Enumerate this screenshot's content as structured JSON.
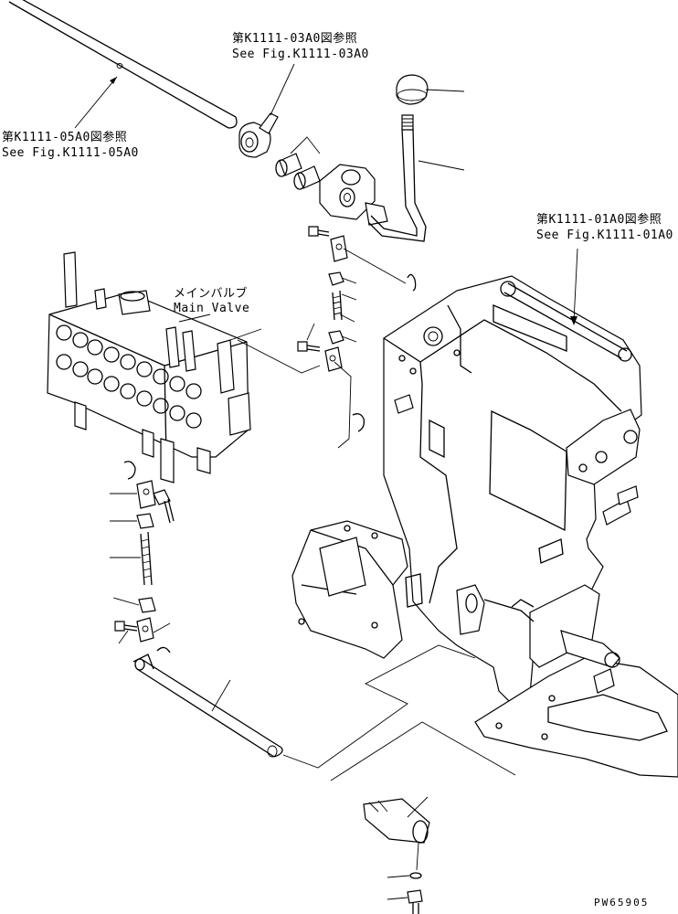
{
  "labels": {
    "ref_03a0_jp": "第K1111-03A0図参照",
    "ref_03a0_en": "See Fig.K1111-03A0",
    "ref_05a0_jp": "第K1111-05A0図参照",
    "ref_05a0_en": "See Fig.K1111-05A0",
    "ref_01a0_jp": "第K1111-01A0図参照",
    "ref_01a0_en": "See Fig.K1111-01A0",
    "main_valve_jp": "メインバルブ",
    "main_valve_en": "Main Valve",
    "drawing_code": "PW65905"
  },
  "parts": [
    {
      "name": "upper-shaft"
    },
    {
      "name": "lever-bracket"
    },
    {
      "name": "bushings"
    },
    {
      "name": "lever-holder"
    },
    {
      "name": "control-lever"
    },
    {
      "name": "lever-knob"
    },
    {
      "name": "main-valve"
    },
    {
      "name": "operator-frame"
    },
    {
      "name": "lower-rod"
    },
    {
      "name": "pedal-pivot"
    }
  ]
}
